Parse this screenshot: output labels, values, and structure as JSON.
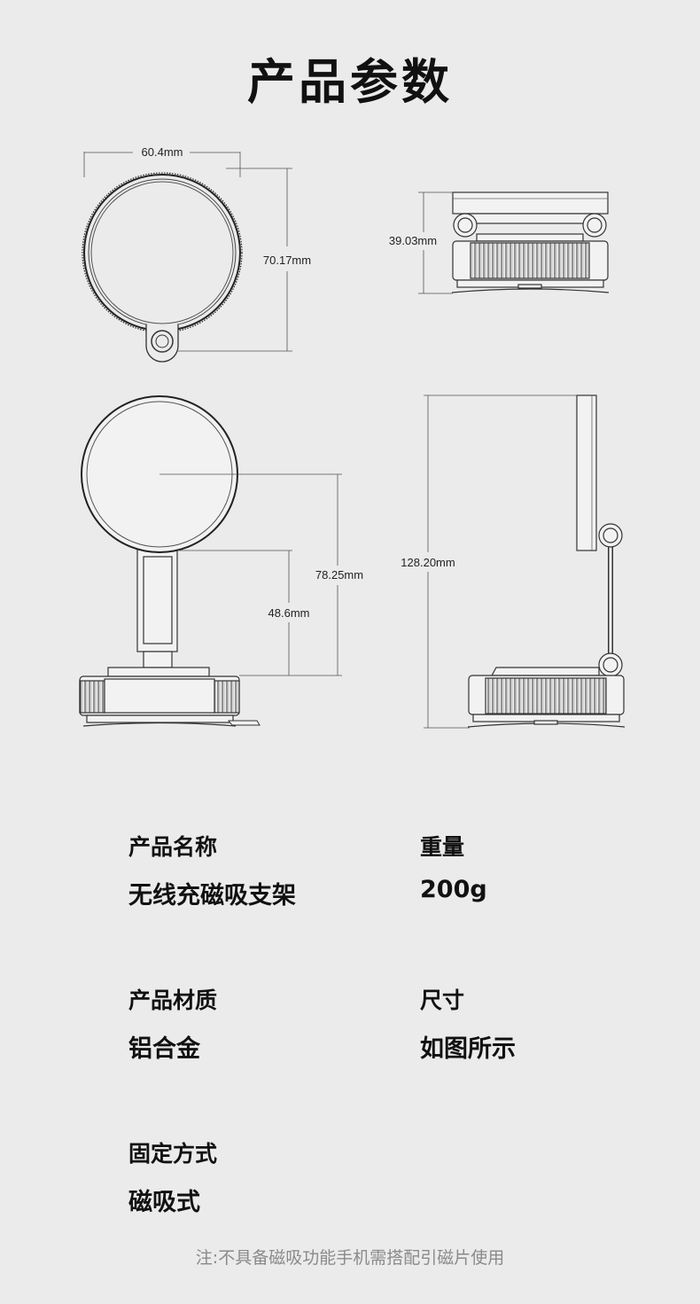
{
  "title": "产品参数",
  "dimensions": {
    "front_width": "60.4mm",
    "front_height": "70.17mm",
    "side_height": "39.03mm",
    "open_total": "78.25mm",
    "open_stem": "48.6mm",
    "side_open_height": "128.20mm"
  },
  "specs": [
    {
      "label": "产品名称",
      "value": "无线充磁吸支架"
    },
    {
      "label": "重量",
      "value": "200g"
    },
    {
      "label": "产品材质",
      "value": "铝合金"
    },
    {
      "label": "尺寸",
      "value": "如图所示"
    },
    {
      "label": "固定方式",
      "value": "磁吸式"
    }
  ],
  "note": "注:不具备磁吸功能手机需搭配引磁片使用"
}
